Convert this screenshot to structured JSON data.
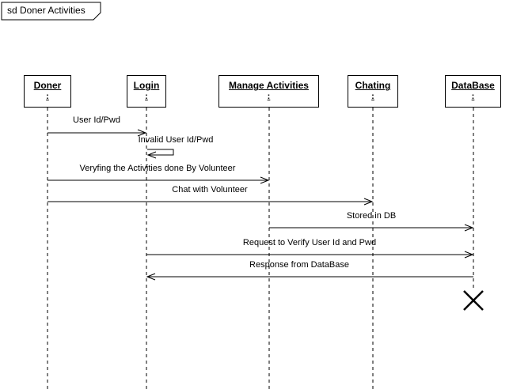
{
  "frame": {
    "label": "sd Doner Activities"
  },
  "participants": [
    {
      "name": "Doner",
      "selector": ":"
    },
    {
      "name": "Login",
      "selector": ":"
    },
    {
      "name": "Manage Activities",
      "selector": ":"
    },
    {
      "name": "Chating",
      "selector": ":"
    },
    {
      "name": "DataBase",
      "selector": ":"
    }
  ],
  "messages": [
    {
      "label": "User Id/Pwd",
      "from": "Doner",
      "to": "Login",
      "type": "async"
    },
    {
      "label": "Invalid User Id/Pwd",
      "from": "Login",
      "to": "Login",
      "type": "self"
    },
    {
      "label": "Veryfing the Activities done By Volunteer",
      "from": "Doner",
      "to": "Manage Activities",
      "type": "async"
    },
    {
      "label": "Chat with Volunteer",
      "from": "Doner",
      "to": "Chating",
      "type": "async"
    },
    {
      "label": "Stored in DB",
      "from": "Manage Activities",
      "to": "DataBase",
      "type": "async"
    },
    {
      "label": "Request to Verify User Id and Pwd",
      "from": "Login",
      "to": "DataBase",
      "type": "async"
    },
    {
      "label": "Response from DataBase",
      "from": "DataBase",
      "to": "Login",
      "type": "async"
    }
  ],
  "destruction": {
    "on": "DataBase"
  },
  "colors": {
    "line": "#000000",
    "background": "#ffffff"
  }
}
